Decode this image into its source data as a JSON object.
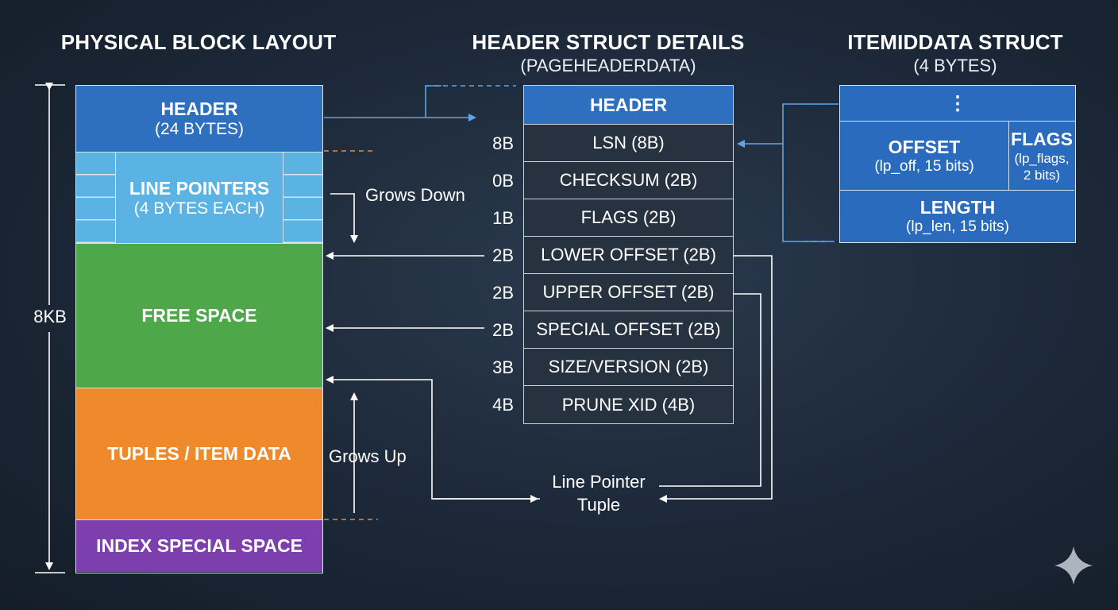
{
  "physical": {
    "title": "PHYSICAL BLOCK LAYOUT",
    "size_label": "8KB",
    "segments": {
      "header": {
        "label": "HEADER",
        "sub": "(24 BYTES)",
        "color": "#2f6fc0"
      },
      "line_pointers": {
        "label": "LINE POINTERS",
        "sub": "(4 BYTES EACH)",
        "color": "#5bb3e4"
      },
      "free_space": {
        "label": "FREE SPACE",
        "color": "#4ea84a"
      },
      "tuples": {
        "label": "TUPLES / ITEM DATA",
        "color": "#ee8a2c"
      },
      "special": {
        "label": "INDEX SPECIAL SPACE",
        "color": "#7e3fae"
      }
    },
    "grows_down": "Grows Down",
    "grows_up": "Grows Up"
  },
  "header_struct": {
    "title": "HEADER STRUCT DETAILS",
    "subtitle": "(PAGEHEADERDATA)",
    "header_label": "HEADER",
    "rows": [
      {
        "size": "8B",
        "label": "LSN (8B)"
      },
      {
        "size": "0B",
        "label": "CHECKSUM (2B)"
      },
      {
        "size": "1B",
        "label": "FLAGS (2B)"
      },
      {
        "size": "2B",
        "label": "LOWER OFFSET (2B)"
      },
      {
        "size": "2B",
        "label": "UPPER OFFSET (2B)"
      },
      {
        "size": "2B",
        "label": "SPECIAL OFFSET (2B)"
      },
      {
        "size": "3B",
        "label": "SIZE/VERSION (2B)"
      },
      {
        "size": "4B",
        "label": "PRUNE XID (4B)"
      }
    ]
  },
  "itemid": {
    "title": "ITEMIDDATA STRUCT",
    "subtitle": "(4 BYTES)",
    "ellipsis": "⋮",
    "offset_label": "OFFSET",
    "offset_sub": "(lp_off, 15 bits)",
    "flags_label": "FLAGS",
    "flags_sub": "(lp_flags, 2 bits)",
    "length_label": "LENGTH",
    "length_sub": "(lp_len, 15 bits)",
    "color": "#2b6bbd"
  },
  "pointer_note": {
    "line1": "Line Pointer",
    "line2": "Tuple"
  }
}
